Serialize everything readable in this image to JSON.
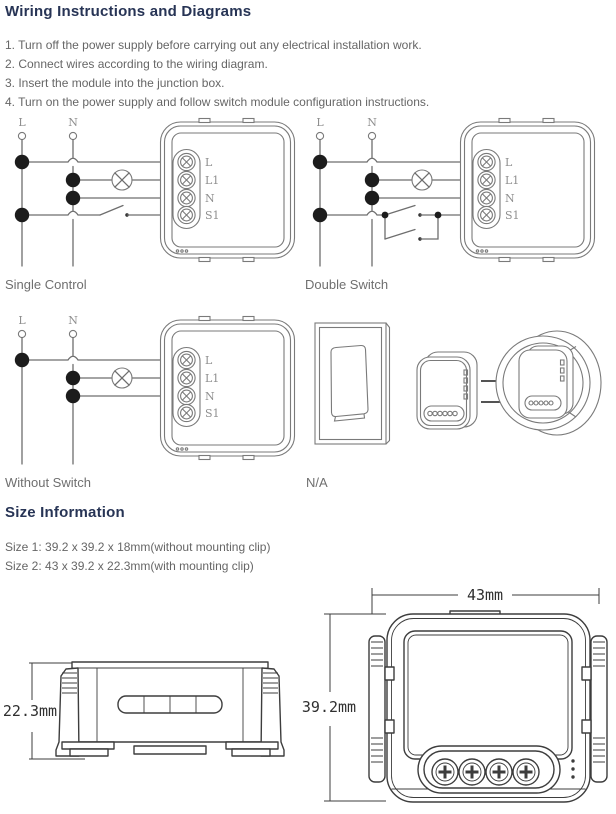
{
  "colors": {
    "heading": "#273455",
    "body_text": "#666666",
    "caption": "#6f6f6f",
    "diagram_line": "#6e6e6e",
    "module_line": "#7a7a7a",
    "cad_line": "#3d3d3d",
    "junction_dot": "#1c1c1c"
  },
  "header": {
    "title": "Wiring Instructions and Diagrams"
  },
  "instructions": [
    "1. Turn off the power supply before carrying out any electrical installation work.",
    "2. Connect wires according to the wiring diagram.",
    "3. Insert the module into the junction box.",
    "4. Turn on the power supply and follow switch module configuration instructions."
  ],
  "wiring": {
    "labels": {
      "live": "L",
      "neutral": "N"
    },
    "terminals": [
      "L",
      "L1",
      "N",
      "S1"
    ],
    "diagrams": [
      {
        "caption": "Single Control"
      },
      {
        "caption": "Double Switch"
      },
      {
        "caption": "Without Switch"
      },
      {
        "caption": "N/A"
      }
    ]
  },
  "size_info": {
    "title": "Size Information",
    "sizes": [
      "Size 1: 39.2 x 39.2 x 18mm(without mounting clip)",
      "Size 2: 43 x 39.2 x 22.3mm(with mounting clip)"
    ],
    "dimensions": {
      "side_height": "22.3mm",
      "front_width": "43mm",
      "front_height": "39.2mm"
    }
  }
}
